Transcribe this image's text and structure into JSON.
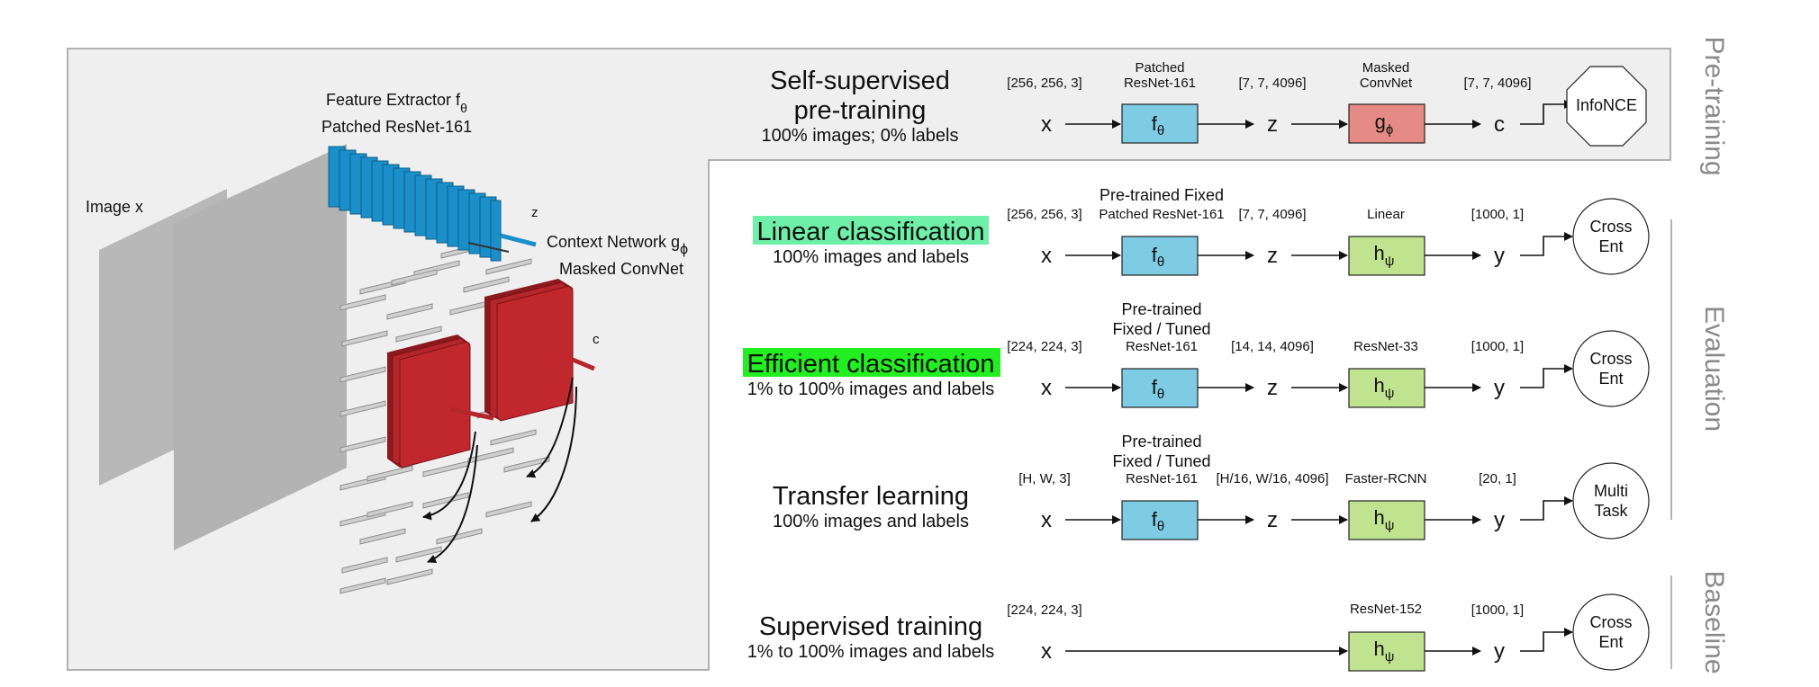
{
  "illustration": {
    "image_label": "Image x",
    "feature_extractor_label": "Feature Extractor f",
    "feature_extractor_sub": "θ",
    "feature_extractor_name": "Patched ResNet-161",
    "z_label": "z",
    "context_label": "Context Network g",
    "context_sub": "ϕ",
    "context_name": "Masked ConvNet",
    "c_label": "c",
    "colors": {
      "extractor": "#1a8fc9",
      "context": "#b5262b",
      "image": "#b8b8b8",
      "panel": "#efefef"
    }
  },
  "pretraining": {
    "title_line1": "Self-supervised",
    "title_line2": "pre-training",
    "subtitle": "100% images; 0% labels",
    "x_dim": "[256, 256, 3]",
    "f_header1": "Patched",
    "f_header2": "ResNet-161",
    "z_dim": "[7, 7, 4096]",
    "g_header1": "Masked",
    "g_header2": "ConvNet",
    "c_dim": "[7, 7, 4096]",
    "x": "x",
    "f": "f",
    "f_sub": "θ",
    "z": "z",
    "g": "g",
    "g_sub": "ϕ",
    "c": "c",
    "loss": "InfoNCE",
    "section_label": "Pre-training"
  },
  "linear": {
    "title": "Linear classification",
    "subtitle": "100% images and labels",
    "x_dim": "[256, 256, 3]",
    "f_header1": "Pre-trained Fixed",
    "f_header2": "Patched ResNet-161",
    "z_dim": "[7, 7, 4096]",
    "h_header": "Linear",
    "y_dim": "[1000, 1]",
    "x": "x",
    "f": "f",
    "f_sub": "θ",
    "z": "z",
    "h": "h",
    "h_sub": "ψ",
    "y": "y",
    "loss_line1": "Cross",
    "loss_line2": "Ent",
    "highlight": "#6ff0a8"
  },
  "efficient": {
    "title": "Efficient classification",
    "subtitle": "1% to 100% images and labels",
    "x_dim": "[224, 224, 3]",
    "f_header1": "Pre-trained",
    "f_header2": "Fixed / Tuned",
    "f_header3": "ResNet-161",
    "z_dim": "[14, 14, 4096]",
    "h_header": "ResNet-33",
    "y_dim": "[1000, 1]",
    "x": "x",
    "f": "f",
    "f_sub": "θ",
    "z": "z",
    "h": "h",
    "h_sub": "ψ",
    "y": "y",
    "loss_line1": "Cross",
    "loss_line2": "Ent",
    "highlight": "#22ee22"
  },
  "transfer": {
    "title": "Transfer learning",
    "subtitle": "100% images and labels",
    "x_dim": "[H, W, 3]",
    "f_header1": "Pre-trained",
    "f_header2": "Fixed / Tuned",
    "f_header3": "ResNet-161",
    "z_dim": "[H/16, W/16, 4096]",
    "h_header": "Faster-RCNN",
    "y_dim": "[20, 1]",
    "x": "x",
    "f": "f",
    "f_sub": "θ",
    "z": "z",
    "h": "h",
    "h_sub": "ψ",
    "y": "y",
    "loss_line1": "Multi",
    "loss_line2": "Task"
  },
  "evaluation_label": "Evaluation",
  "supervised": {
    "title": "Supervised training",
    "subtitle": "1% to 100% images and labels",
    "x_dim": "[224, 224, 3]",
    "h_header": "ResNet-152",
    "y_dim": "[1000, 1]",
    "x": "x",
    "h": "h",
    "h_sub": "ψ",
    "y": "y",
    "loss_line1": "Cross",
    "loss_line2": "Ent",
    "section_label": "Baseline"
  },
  "block_colors": {
    "f": "#7ecbe4",
    "g": "#e58a84",
    "h": "#bfe38f"
  }
}
